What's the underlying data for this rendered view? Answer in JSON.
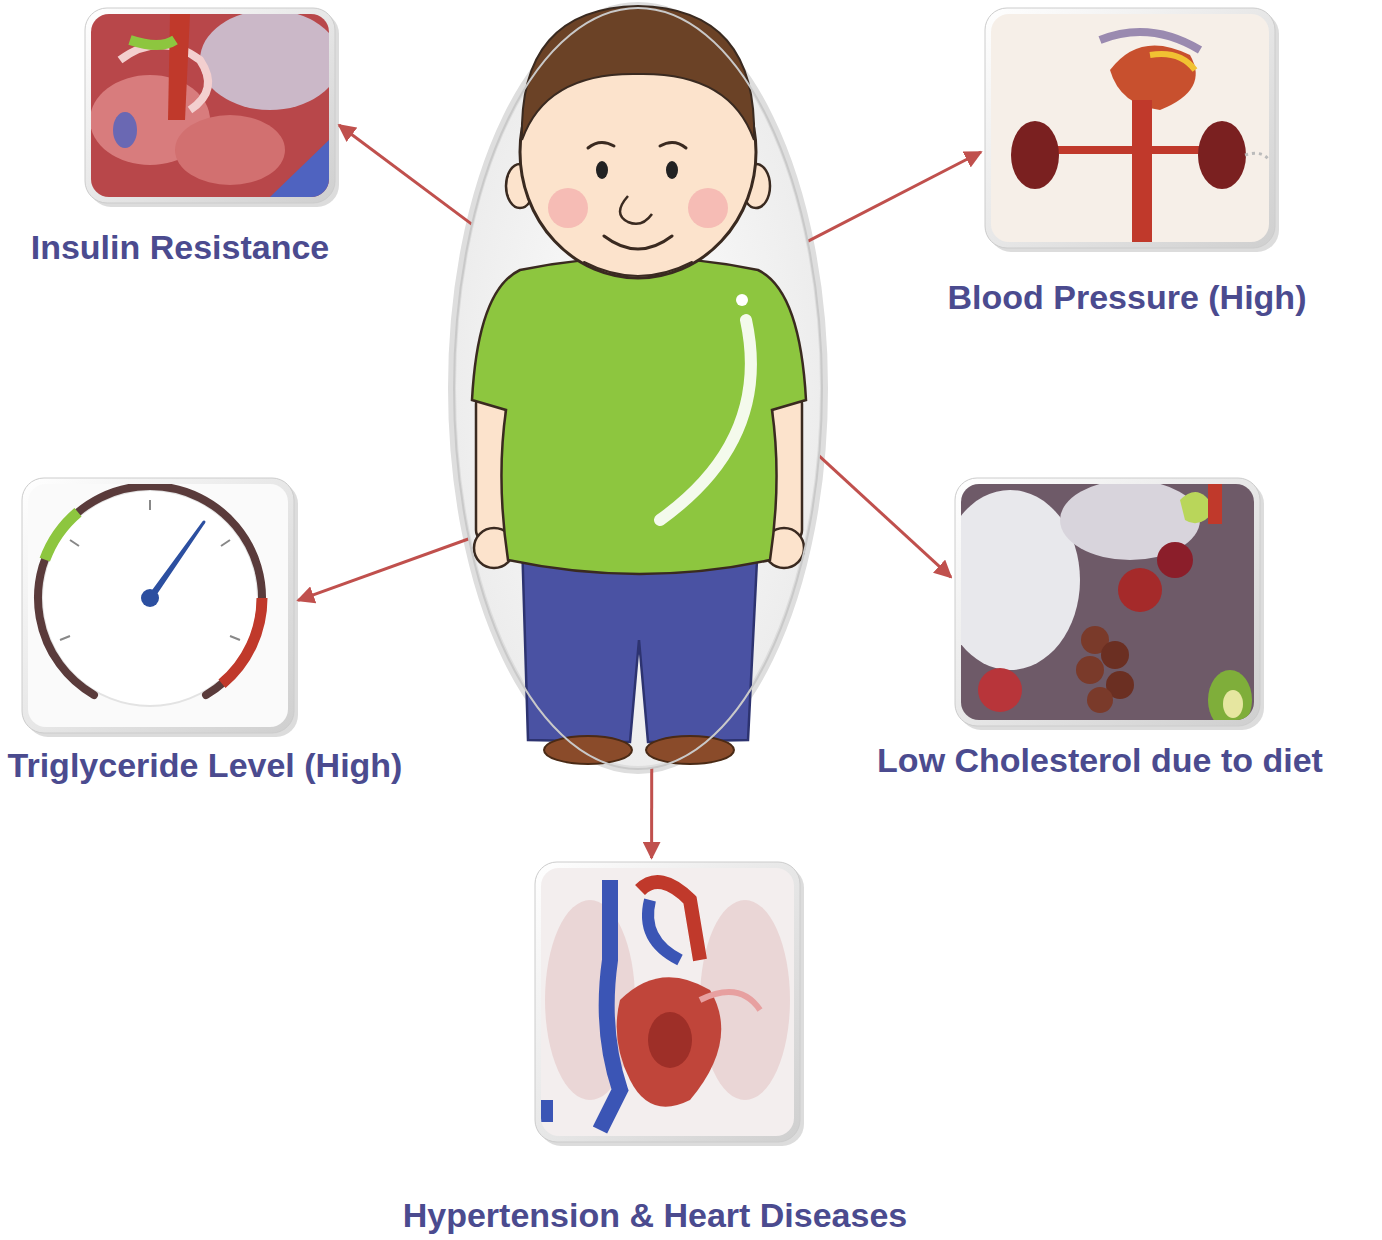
{
  "diagram": {
    "nodes": [
      {
        "text": [
          "Insulin Resistance"
        ]
      },
      {
        "text": []
      },
      {
        "text": [
          "Blood Pressure (High)"
        ]
      },
      {
        "text": [
          "Triglyceride Level (High)"
        ]
      },
      {
        "text": [
          "Low Cholesterol due to diet"
        ]
      },
      {
        "text": [
          "Hypertension & Heart Diseases"
        ]
      }
    ],
    "edges": [
      {
        "from": 1,
        "to": 0,
        "arrow": "to"
      },
      {
        "from": 1,
        "to": 2,
        "arrow": "to"
      },
      {
        "from": 1,
        "to": 3,
        "arrow": "to"
      },
      {
        "from": 1,
        "to": 4,
        "arrow": "to"
      },
      {
        "from": 1,
        "to": 5,
        "arrow": "to"
      }
    ]
  }
}
